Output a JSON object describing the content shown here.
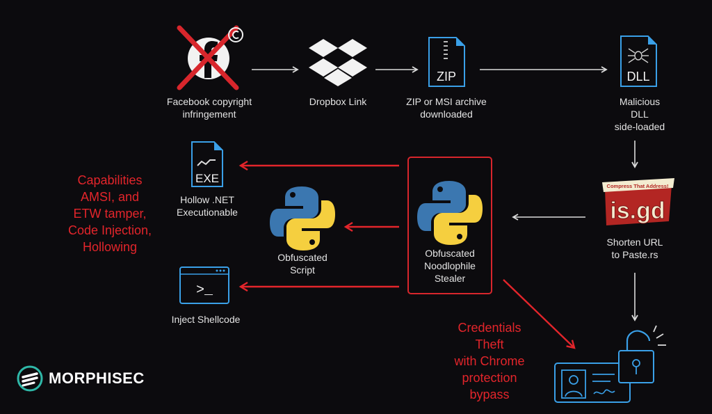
{
  "nodes": {
    "facebook": "Facebook copyright\ninfringement",
    "dropbox": "Dropbox Link",
    "zip": "ZIP or MSI archive\ndownloaded",
    "dll": "Malicious\nDLL\nside-loaded",
    "isgd": "Shorten URL\nto Paste.rs",
    "stealer": "Obfuscated\nNoodlophile\nStealer",
    "script": "Obfuscated\nScript",
    "hollow": "Hollow .NET\nExecutionable",
    "shellcode": "Inject Shellcode"
  },
  "icon_text": {
    "zip": "ZIP",
    "dll": "DLL",
    "exe": "EXE",
    "terminal": ">_",
    "isgd_banner": "Compress That Address!",
    "isgd_logo": "is.gd"
  },
  "annotations": {
    "capabilities": "Capabilities\nAMSI, and\nETW tamper,\nCode Injection,\nHollowing",
    "credentials": "Credentials\nTheft\nwith Chrome\nprotection\nbypass"
  },
  "brand": {
    "name": "MORPHISEC"
  },
  "colors": {
    "background": "#0c0b0e",
    "accent_red": "#e3252b",
    "text": "#e4e4e4",
    "icon_blue": "#3aa0e8",
    "python_blue": "#3b77b0",
    "python_yellow": "#f5cf3f"
  }
}
